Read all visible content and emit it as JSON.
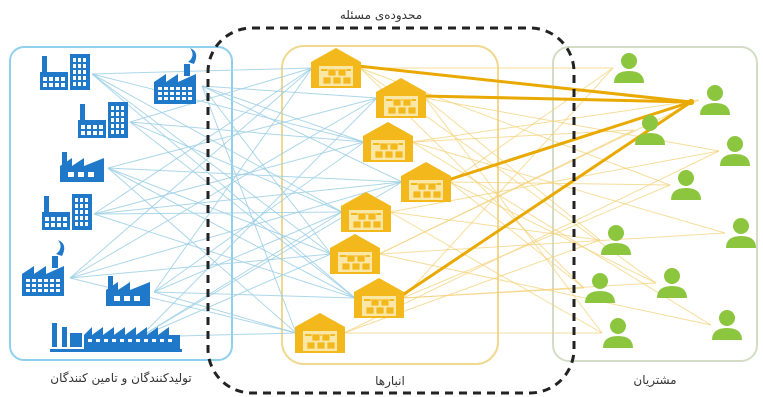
{
  "labels": {
    "problem_boundary": "محدوده‌ی مسئله",
    "suppliers": "تولیدکنندگان و تامین کنندگان",
    "warehouses": "انبارها",
    "customers": "مشتریان"
  },
  "colors": {
    "supplier_blue": "#1f78c8",
    "supplier_box": "#8fd0ee",
    "warehouse_gold": "#f2b81c",
    "warehouse_box": "#f0d890",
    "customer_green": "#8cc63f",
    "customer_box": "#d3dcc4",
    "boundary": "#222222",
    "link_blue": "#9ed0e6",
    "link_gold": "#f4d27a",
    "route_gold": "#e9a900"
  },
  "nodes": {
    "suppliers": [
      {
        "id": "s1",
        "icon": "factory-building-icon"
      },
      {
        "id": "s2",
        "icon": "smoking-factory-icon"
      },
      {
        "id": "s3",
        "icon": "factory-building-icon"
      },
      {
        "id": "s4",
        "icon": "factory-icon"
      },
      {
        "id": "s5",
        "icon": "factory-building-icon"
      },
      {
        "id": "s6",
        "icon": "smoking-factory-icon"
      },
      {
        "id": "s7",
        "icon": "factory-icon"
      },
      {
        "id": "s8",
        "icon": "industrial-plant-icon"
      }
    ],
    "warehouses": [
      {
        "id": "w1",
        "icon": "warehouse-icon"
      },
      {
        "id": "w2",
        "icon": "warehouse-icon"
      },
      {
        "id": "w3",
        "icon": "warehouse-icon"
      },
      {
        "id": "w4",
        "icon": "warehouse-icon"
      },
      {
        "id": "w5",
        "icon": "warehouse-icon"
      },
      {
        "id": "w6",
        "icon": "warehouse-icon"
      },
      {
        "id": "w7",
        "icon": "warehouse-icon"
      },
      {
        "id": "w8",
        "icon": "warehouse-icon"
      }
    ],
    "customers": [
      {
        "id": "c1",
        "icon": "customer-icon"
      },
      {
        "id": "c2",
        "icon": "customer-icon"
      },
      {
        "id": "c3",
        "icon": "customer-icon"
      },
      {
        "id": "c4",
        "icon": "customer-icon"
      },
      {
        "id": "c5",
        "icon": "customer-icon"
      },
      {
        "id": "c6",
        "icon": "customer-icon"
      },
      {
        "id": "c7",
        "icon": "customer-icon"
      },
      {
        "id": "c8",
        "icon": "customer-icon"
      },
      {
        "id": "c9",
        "icon": "customer-icon"
      },
      {
        "id": "c10",
        "icon": "customer-icon"
      },
      {
        "id": "c11",
        "icon": "customer-icon"
      }
    ]
  },
  "highlighted_routes": [
    {
      "from": "w1",
      "to": "c2"
    },
    {
      "from": "w2",
      "to": "c2"
    },
    {
      "from": "w4",
      "to": "c2"
    },
    {
      "from": "w7",
      "to": "c2"
    }
  ]
}
